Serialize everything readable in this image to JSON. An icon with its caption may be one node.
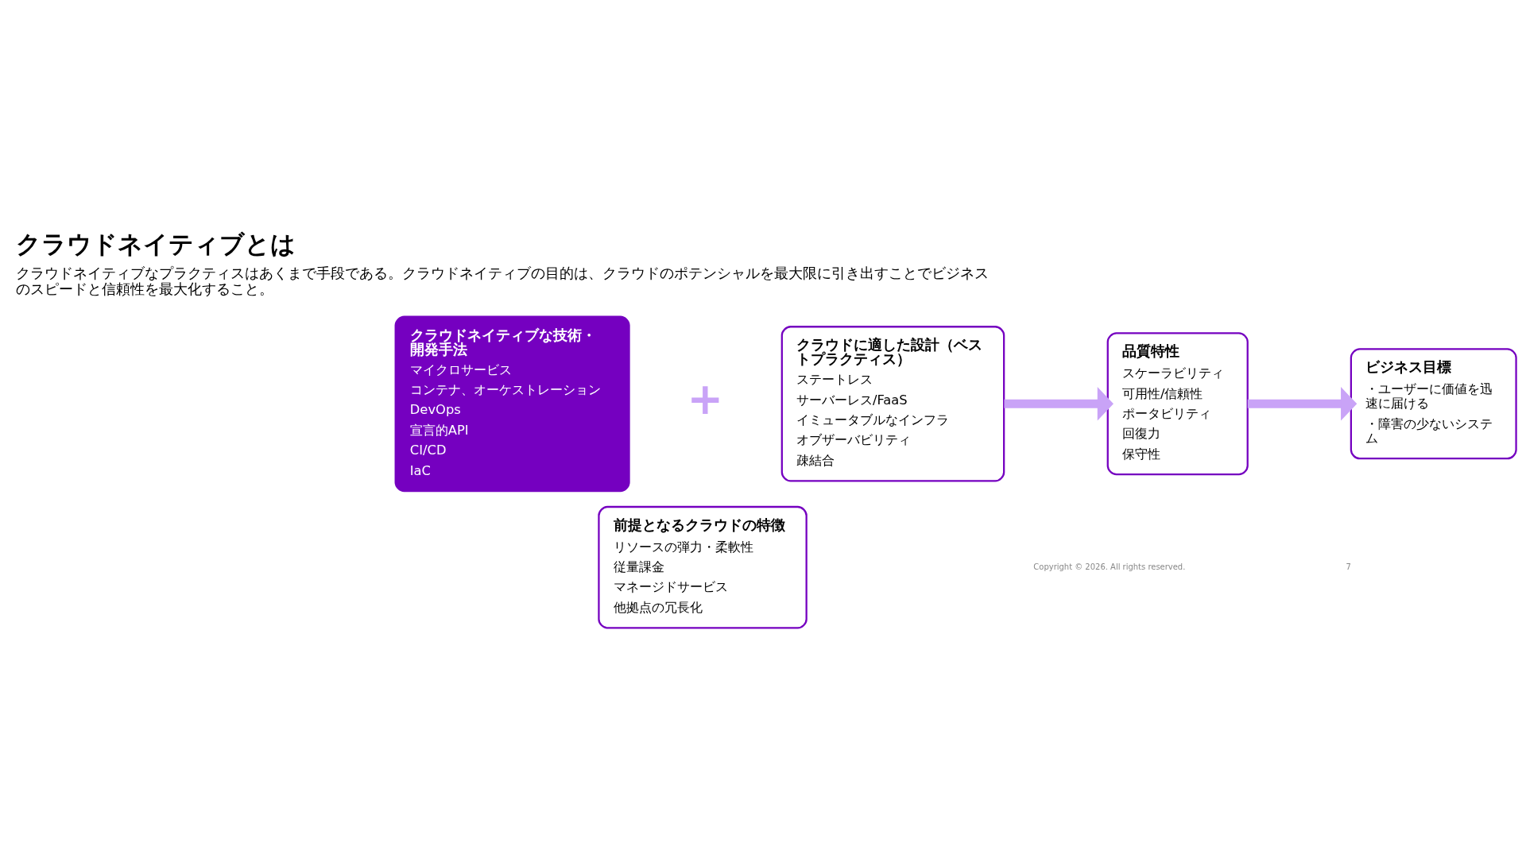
{
  "diagram": {
    "title": "クラウドネイティブとは",
    "nodes": [
      {
        "text": [
          "クラウドネイティブな技術・開発手法",
          "マイクロサービス",
          "コンテナ、オーケストレーション",
          "DevOps",
          "宣言的API",
          "CI/CD",
          "IaC"
        ]
      },
      {
        "text": [
          "クラウドに適した設計（ベストプラクティス）",
          "ステートレス",
          "サーバーレス/FaaS",
          "イミュータブルなインフラ",
          "オブザーバビリティ",
          "疎結合"
        ]
      },
      {
        "text": [
          "前提となるクラウドの特徴",
          "リソースの弾力・柔軟性",
          "従量課金",
          "マネージドサービス",
          "他拠点の冗長化"
        ]
      },
      {
        "text": [
          "品質特性",
          "スケーラビリティ",
          "可用性/信頼性",
          "ポータビリティ",
          "回復力",
          "保守性"
        ]
      },
      {
        "text": [
          "ビジネス目標",
          "・ユーザーに価値を迅速に届ける",
          "・障害の少ないシステム"
        ]
      }
    ],
    "edges": [
      {
        "from": 1,
        "to": 3,
        "arrow": "to",
        "color": "#c9a3f7"
      },
      {
        "from": 3,
        "to": 4,
        "arrow": "to",
        "color": "#c9a3f7"
      }
    ],
    "labels": [
      "クラウドネイティブなプラクティスはあくまで手段である。クラウドネイティブの目的は、クラウドのポテンシャルを最大限に引き出すことでビジネスのスピードと信頼性を最大化すること。",
      "+",
      "Copyright © 2026. All rights reserved.",
      "7"
    ]
  }
}
